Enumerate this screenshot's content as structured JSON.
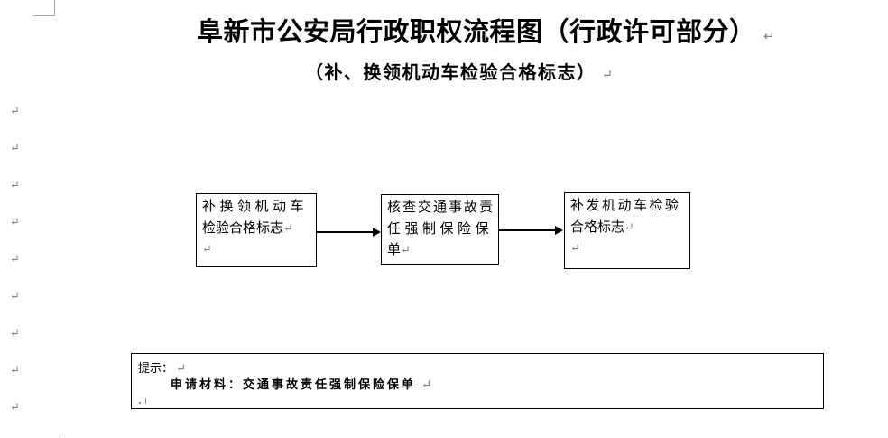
{
  "document": {
    "title": "阜新市公安局行政职权流程图（行政许可部分）",
    "subtitle": "（补、换领机动车检验合格标志）"
  },
  "flowchart": {
    "boxes": [
      {
        "text": "补换领机动车检验合格标志",
        "lines": [
          "补换领机动车",
          "检验合格标志"
        ]
      },
      {
        "text": "核查交通事故责任强制保险保单",
        "lines": [
          "核查交通事故责",
          "任强制保险保",
          "单"
        ]
      },
      {
        "text": "补发机动车检验合格标志",
        "lines": [
          "补发机动车检验",
          "合格标志"
        ]
      }
    ]
  },
  "notice": {
    "label": "提示：",
    "materials_line": "申请材料：交通事故责任强制保险保单"
  },
  "formatting_marks": {
    "paragraph_mark": "↵",
    "left_margin_mark_count": 9
  },
  "colors": {
    "background": "#ffffff",
    "text": "#000000",
    "formatting_mark": "#808080",
    "boundary_mark": "#a6a6a6"
  }
}
